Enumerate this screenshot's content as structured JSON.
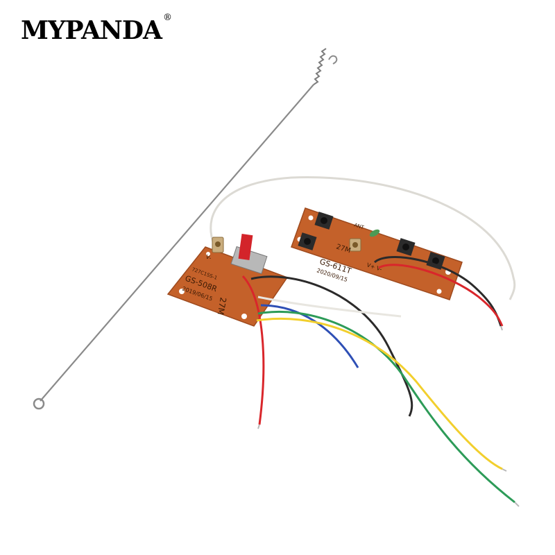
{
  "brand": {
    "name": "MYPANDA",
    "mark": "®"
  },
  "receiver_board": {
    "model": "GS-508R",
    "part_code": "727C1SS-1",
    "date": "2019/06/15",
    "frequency": "27M",
    "pin_label": "V-"
  },
  "transmitter_board": {
    "model": "GS-611T",
    "date": "2020/09/15",
    "frequency": "27M",
    "ant_label": "ANT",
    "power_label": "V+ V-"
  },
  "colors": {
    "pcb": "#c4612a",
    "pcb_dark": "#9e4a1e",
    "wire_red": "#d9262b",
    "wire_black": "#2b2a2a",
    "wire_white": "#e8e6e0",
    "wire_blue": "#2e4fb5",
    "wire_green": "#2d9b58",
    "wire_yellow": "#f2cf2d",
    "antenna": "#8a8a8a"
  }
}
